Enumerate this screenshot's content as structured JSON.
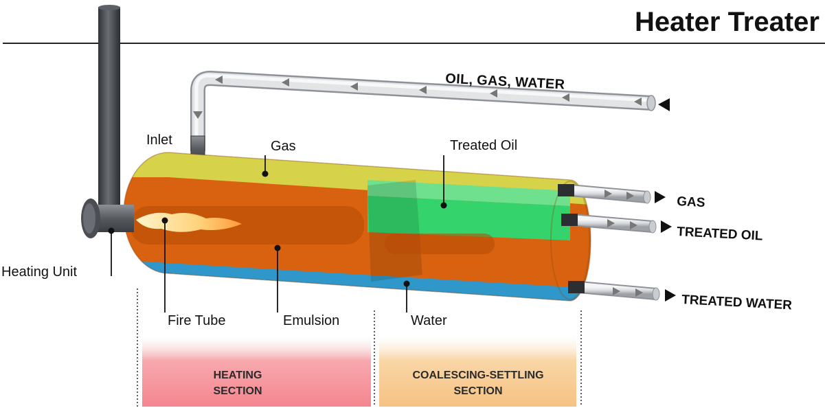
{
  "title": "Heater Treater",
  "feed_label": "OIL, GAS, WATER",
  "labels": {
    "inlet": "Inlet",
    "gas": "Gas",
    "treated_oil": "Treated Oil",
    "heating_unit": "Heating Unit",
    "fire_tube": "Fire Tube",
    "emulsion": "Emulsion",
    "water": "Water"
  },
  "outlets": {
    "gas": "GAS",
    "treated_oil": "TREATED OIL",
    "treated_water": "TREATED WATER"
  },
  "sections": {
    "heating": [
      "HEATING",
      "SECTION"
    ],
    "coalescing": [
      "COALESCING-SETTLING",
      "SECTION"
    ]
  },
  "colors": {
    "gas_zone": "#d6d24a",
    "emulsion_zone": "#d8620f",
    "treated_oil_zone": "#34d36b",
    "water_zone": "#2f97c9",
    "heating_band": "#f48a93",
    "coalescing_band": "#f7c98c",
    "stack": "#4a4d52",
    "pipe": "#d7d9dc"
  }
}
